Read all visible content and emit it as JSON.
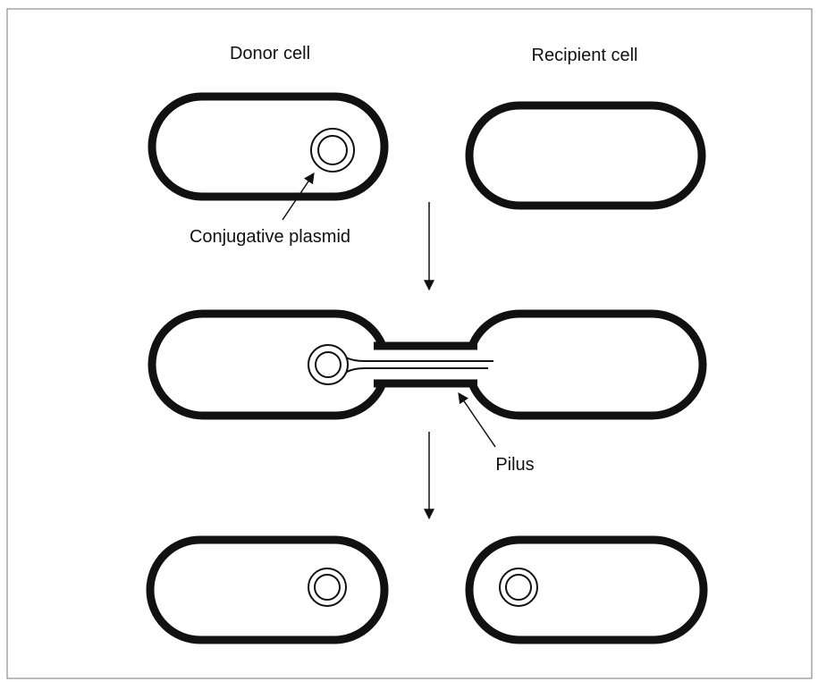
{
  "labels": {
    "donor": "Donor cell",
    "recipient": "Recipient cell",
    "plasmid": "Conjugative plasmid",
    "pilus": "Pilus"
  },
  "colors": {
    "ink": "#111111",
    "background": "#ffffff"
  }
}
